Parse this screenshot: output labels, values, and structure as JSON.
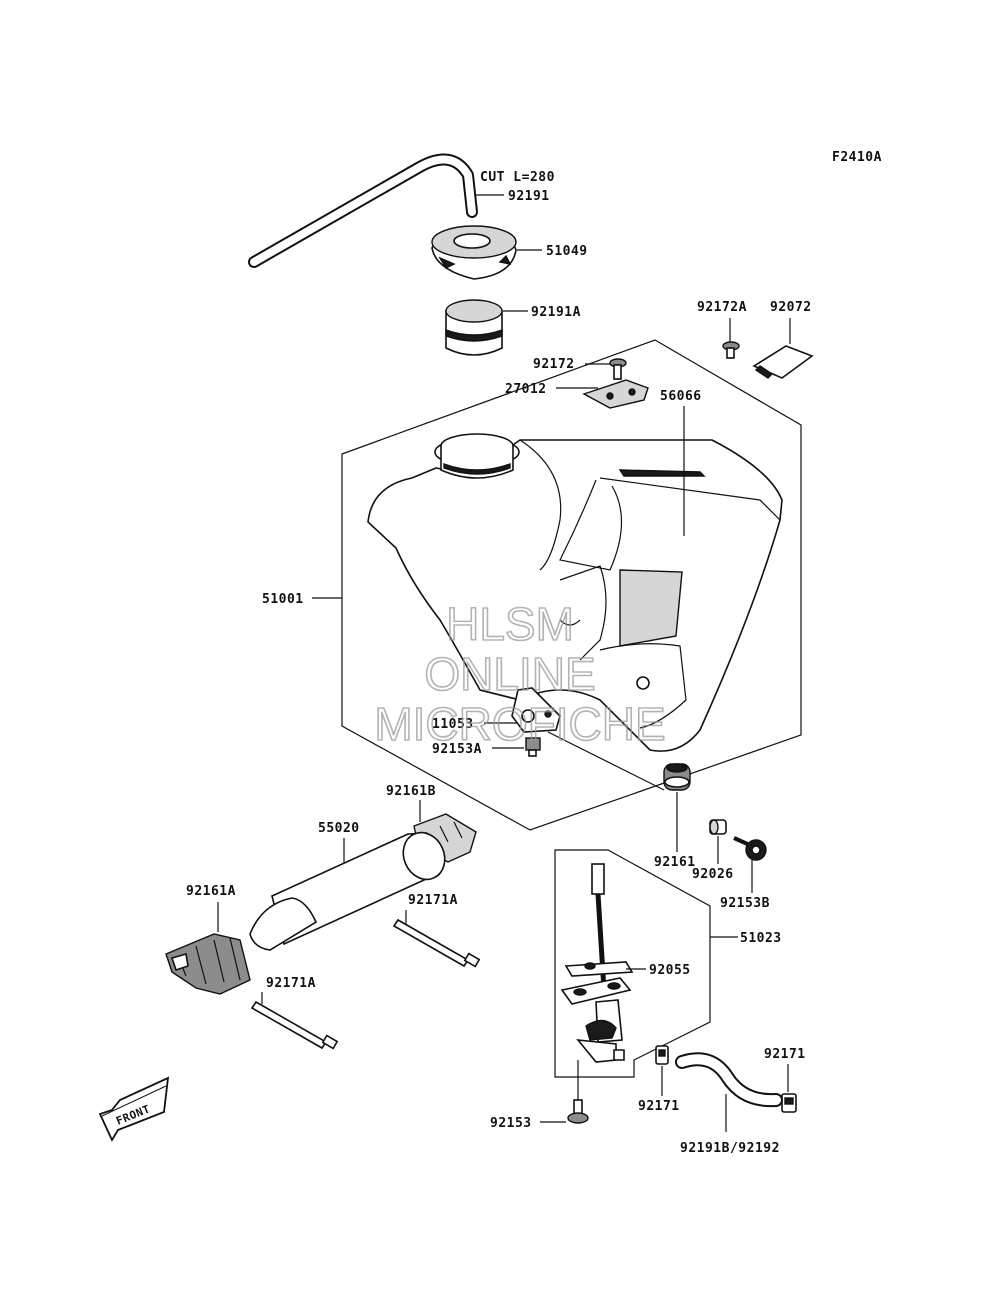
{
  "figure_code": "F2410A",
  "watermark": [
    "HLSM",
    "ONLINE",
    "MICROFICHE"
  ],
  "front_arrow": "FRONT",
  "parts": {
    "cut_note": "CUT L=280",
    "p92191": "92191",
    "p51049": "51049",
    "p92191A": "92191A",
    "p92172A": "92172A",
    "p92072": "92072",
    "p92172": "92172",
    "p27012": "27012",
    "p56066": "56066",
    "p51001": "51001",
    "p11053": "11053",
    "p92153A": "92153A",
    "p92161B": "92161B",
    "p55020": "55020",
    "p92161A": "92161A",
    "p92171A_1": "92171A",
    "p92171A_2": "92171A",
    "p92161": "92161",
    "p92026": "92026",
    "p92153B": "92153B",
    "p51023": "51023",
    "p92055": "92055",
    "p92171_1": "92171",
    "p92171_2": "92171",
    "p92153": "92153",
    "p92191B": "92191B/92192"
  }
}
